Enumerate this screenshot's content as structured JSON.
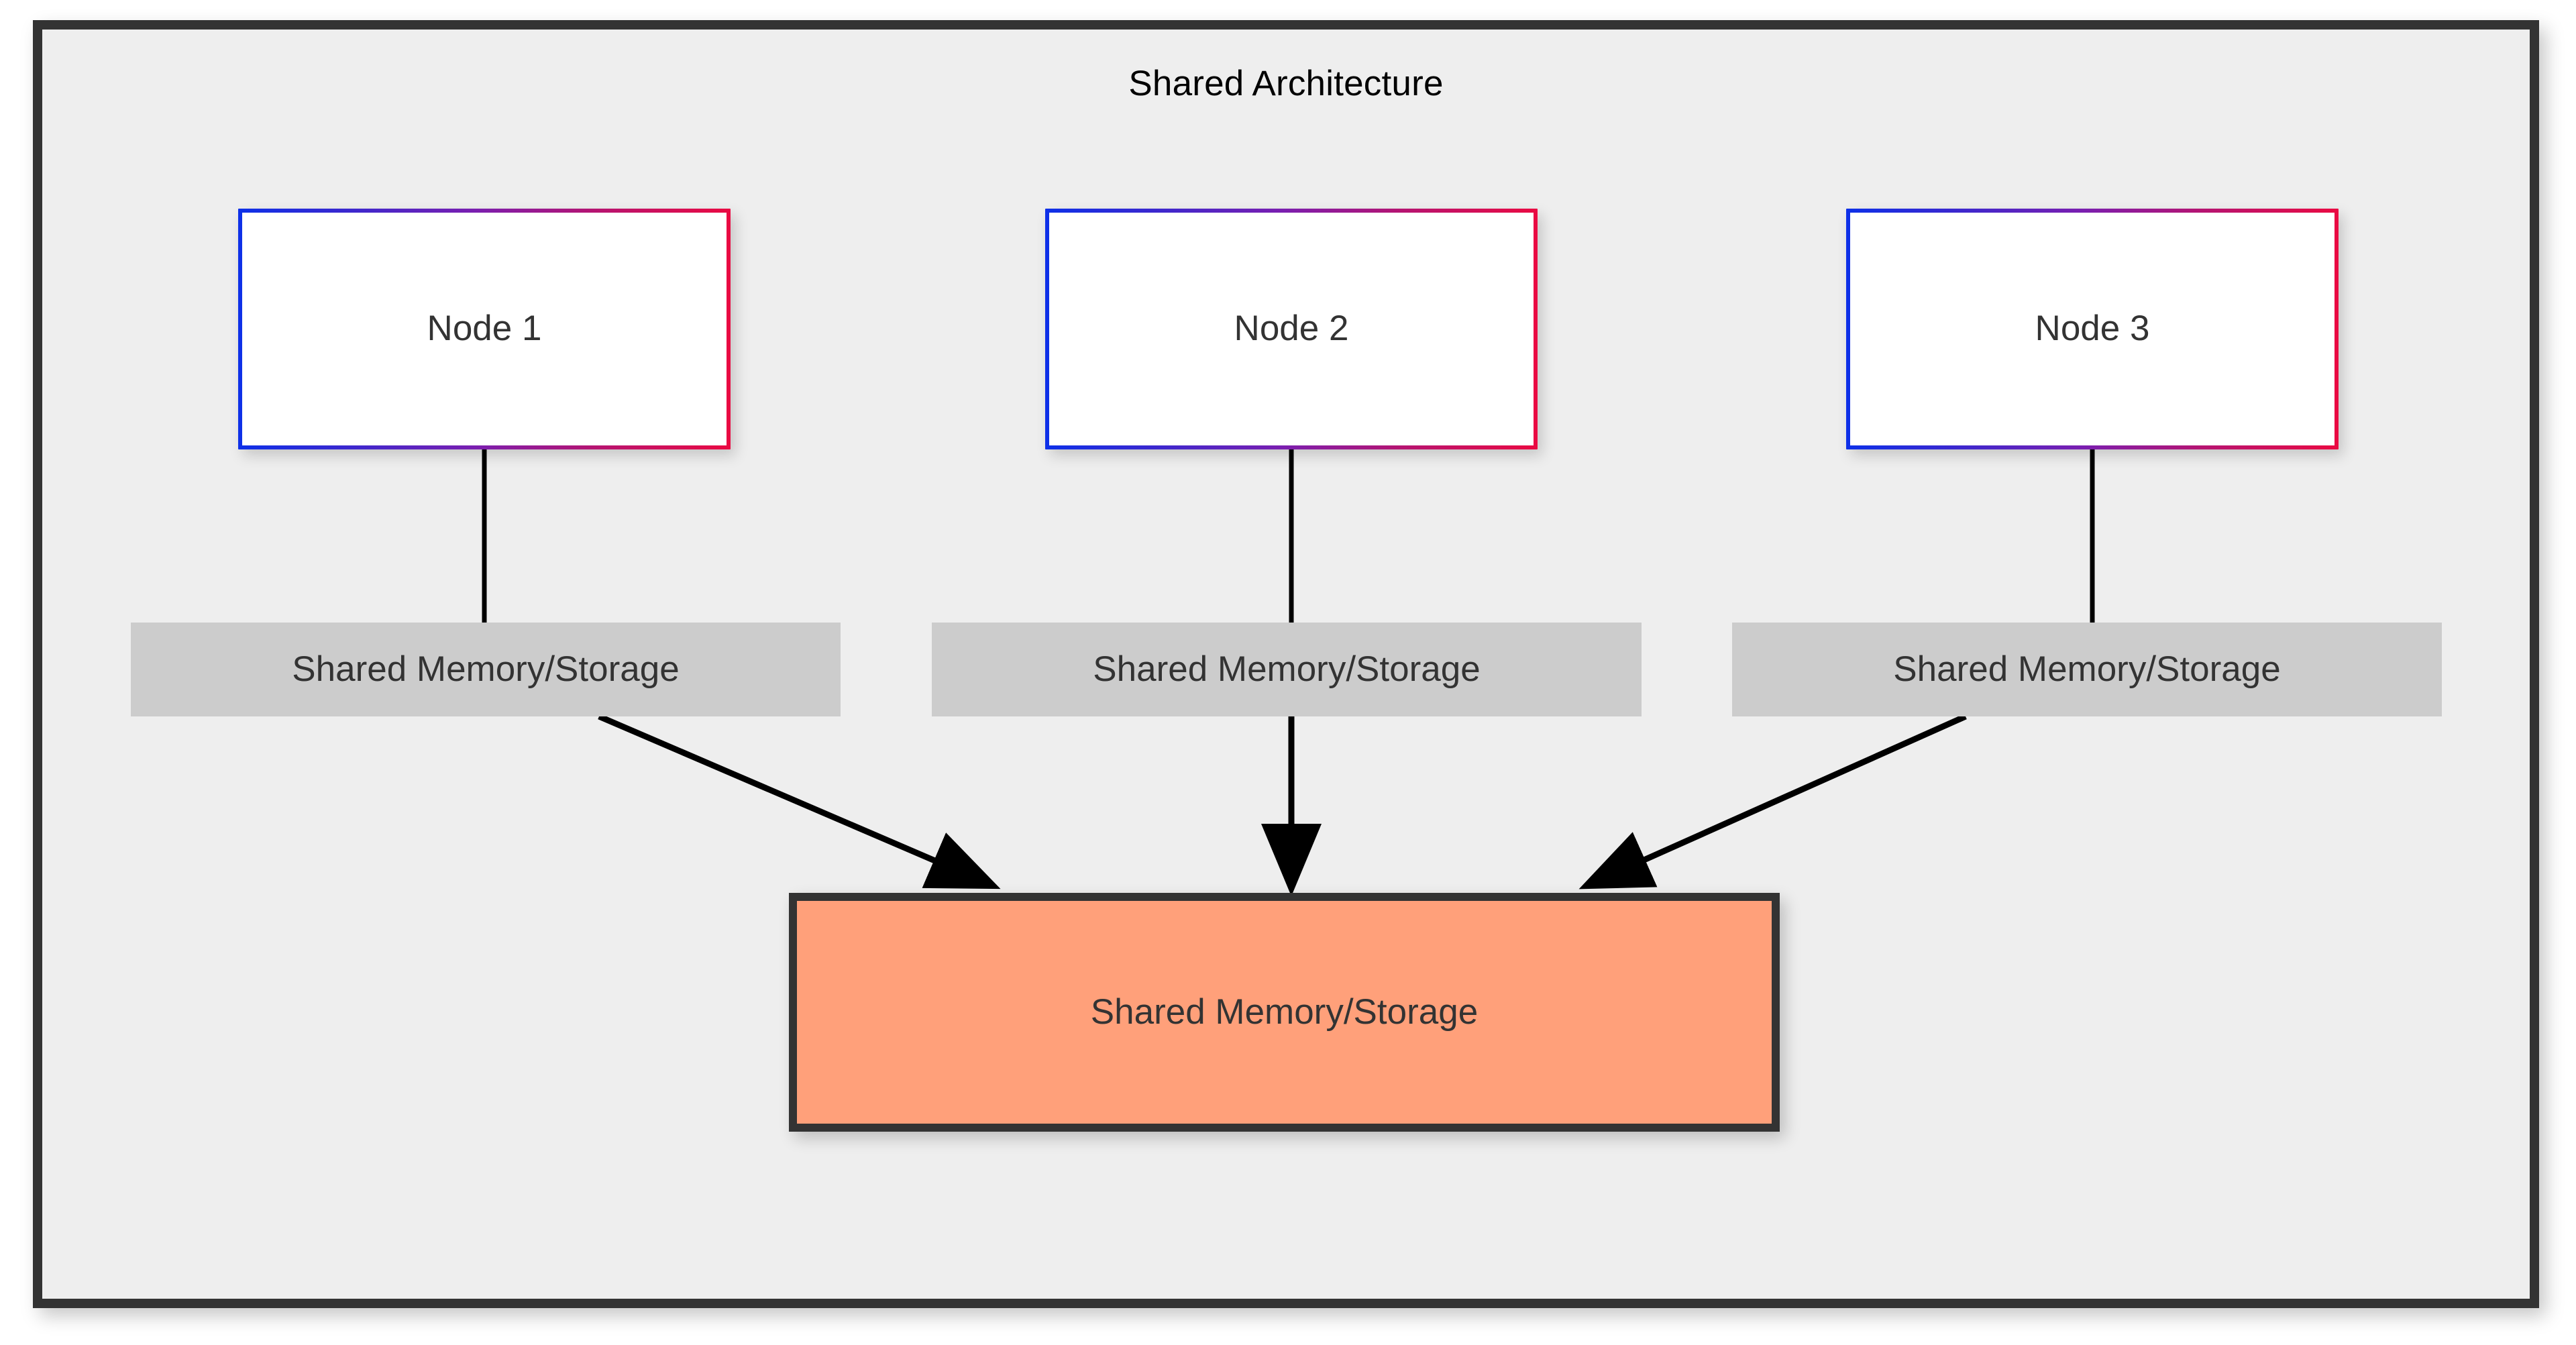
{
  "diagram": {
    "title": "Shared Architecture",
    "background_color": "#eeeeee",
    "border_color": "#333333",
    "nodes": [
      {
        "id": "node-1",
        "label": "Node 1",
        "fill": "#ffffff",
        "border_gradient": [
          "#0d30e8",
          "#ea0a42"
        ]
      },
      {
        "id": "node-2",
        "label": "Node 2",
        "fill": "#ffffff",
        "border_gradient": [
          "#0d30e8",
          "#ea0a42"
        ]
      },
      {
        "id": "node-3",
        "label": "Node 3",
        "fill": "#ffffff",
        "border_gradient": [
          "#0d30e8",
          "#ea0a42"
        ]
      }
    ],
    "edge_labels": [
      {
        "id": "edge-label-1",
        "text": "Shared Memory/Storage",
        "background": "#cccccc"
      },
      {
        "id": "edge-label-2",
        "text": "Shared Memory/Storage",
        "background": "#cccccc"
      },
      {
        "id": "edge-label-3",
        "text": "Shared Memory/Storage",
        "background": "#cccccc"
      }
    ],
    "shared_storage": {
      "id": "shared-storage",
      "label": "Shared Memory/Storage",
      "fill": "#ffa07a",
      "border": "#333333"
    },
    "edges": [
      {
        "from": "node-1",
        "to": "shared-storage",
        "label": "Shared Memory/Storage",
        "arrow": true
      },
      {
        "from": "node-2",
        "to": "shared-storage",
        "label": "Shared Memory/Storage",
        "arrow": true
      },
      {
        "from": "node-3",
        "to": "shared-storage",
        "label": "Shared Memory/Storage",
        "arrow": true
      }
    ]
  }
}
